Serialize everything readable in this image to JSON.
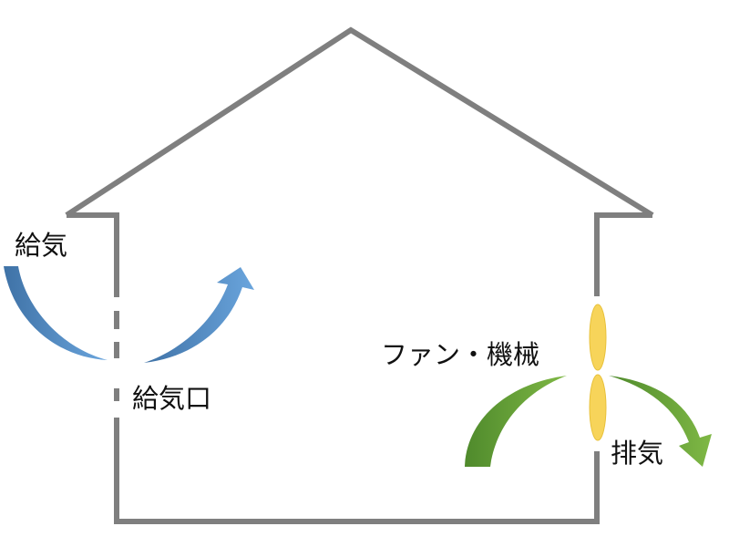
{
  "labels": {
    "intake": "給気",
    "intake_port": "給気口",
    "fan_machine": "ファン・機械",
    "exhaust": "排気"
  },
  "colors": {
    "wall": "#7f7f7f",
    "intake_arrow_dark": "#3f72a6",
    "intake_arrow_light": "#6aa5dd",
    "exhaust_arrow_dark": "#4f8a2c",
    "exhaust_arrow_light": "#7fb845",
    "fan_fill": "#f7d45a",
    "fan_stroke": "#e8c13a"
  },
  "icons": {
    "fan": "fan-blade-icon",
    "intake": "curved-arrow-icon",
    "exhaust": "curved-arrow-icon"
  }
}
